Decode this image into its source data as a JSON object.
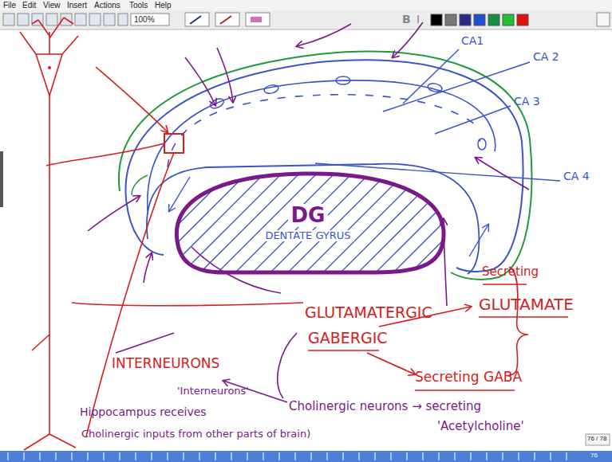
{
  "diagram": {
    "nodes": [
      {
        "text": [
          "DG",
          "DENTATE GYRUS"
        ]
      }
    ],
    "labels": [
      "File",
      "Edit",
      "View",
      "Insert",
      "Actions",
      "Tools",
      "Help",
      "100%",
      "B",
      "I",
      "CA1",
      "CA 2",
      "CA 3",
      "CA 4",
      "Secreting",
      "GLUTAMATE",
      "GLUTAMATERGIC",
      "GABERGIC",
      "Secreting GABA",
      "INTERNEURONS",
      "'Interneurons'",
      "Hippocampus receives",
      "Cholinergic inputs from other parts of brain)",
      "Cholinergic neurons → secreting",
      "'Acetylcholine'",
      "76 / 78",
      "76"
    ]
  }
}
